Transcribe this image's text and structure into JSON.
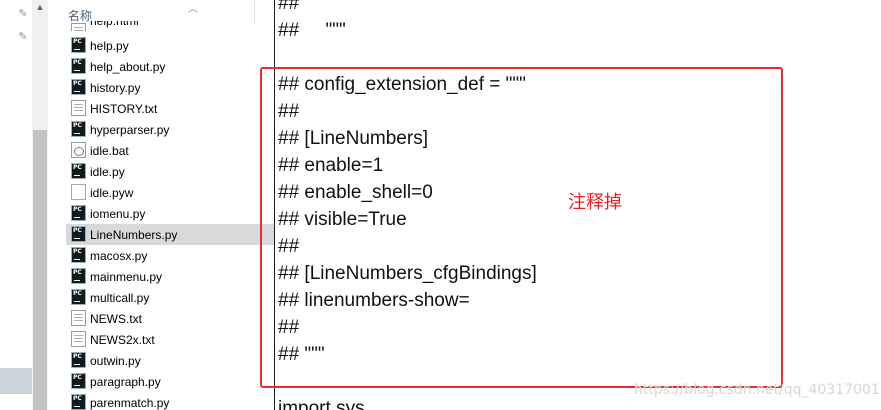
{
  "explorer": {
    "column_header": "名称",
    "files": [
      {
        "name": "help.html",
        "type": "txt",
        "partial": true
      },
      {
        "name": "help.py",
        "type": "py"
      },
      {
        "name": "help_about.py",
        "type": "py"
      },
      {
        "name": "history.py",
        "type": "py"
      },
      {
        "name": "HISTORY.txt",
        "type": "txt"
      },
      {
        "name": "hyperparser.py",
        "type": "py"
      },
      {
        "name": "idle.bat",
        "type": "bat"
      },
      {
        "name": "idle.py",
        "type": "py"
      },
      {
        "name": "idle.pyw",
        "type": "pyw"
      },
      {
        "name": "iomenu.py",
        "type": "py"
      },
      {
        "name": "LineNumbers.py",
        "type": "py",
        "selected": true
      },
      {
        "name": "macosx.py",
        "type": "py"
      },
      {
        "name": "mainmenu.py",
        "type": "py"
      },
      {
        "name": "multicall.py",
        "type": "py"
      },
      {
        "name": "NEWS.txt",
        "type": "txt"
      },
      {
        "name": "NEWS2x.txt",
        "type": "txt"
      },
      {
        "name": "outwin.py",
        "type": "py"
      },
      {
        "name": "paragraph.py",
        "type": "py"
      },
      {
        "name": "parenmatch.py",
        "type": "py"
      }
    ]
  },
  "code": {
    "lines": [
      "##",
      "##     \"\"\"",
      "## config_extension_def = \"\"\"",
      "##",
      "## [LineNumbers]",
      "## enable=1",
      "## enable_shell=0",
      "## visible=True",
      "##",
      "## [LineNumbers_cfgBindings]",
      "## linenumbers-show=",
      "##",
      "## \"\"\"",
      "import sys"
    ]
  },
  "annotation": {
    "text": "注释掉",
    "color": "#e82020"
  },
  "watermark": "https://blog.csdn.net/qq_40317001",
  "colors": {
    "box": "#e03030",
    "selection": "#d9d9d9"
  }
}
